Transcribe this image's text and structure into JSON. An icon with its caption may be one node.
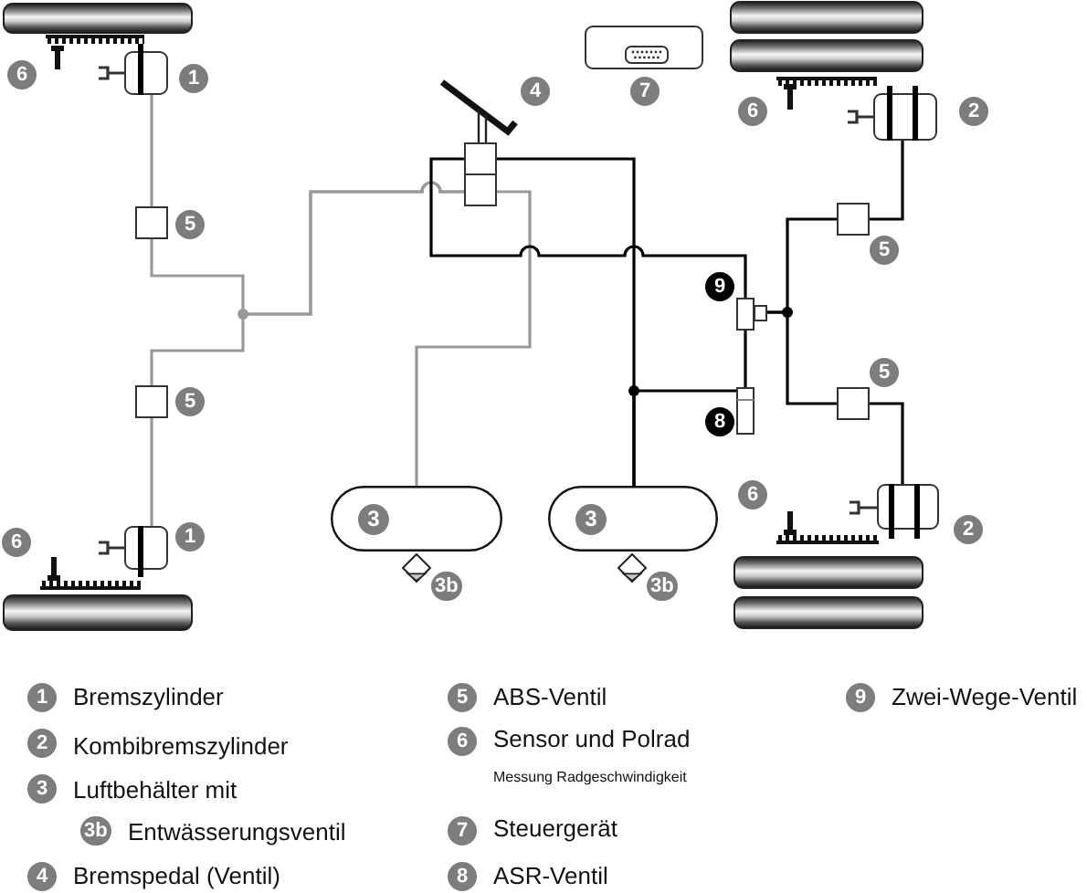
{
  "diagram": {
    "nodes": [
      {
        "text": [],
        "shape": "box",
        "beside": [
          "7"
        ]
      },
      {
        "text": [],
        "shape": "box",
        "beside": [
          "1"
        ]
      },
      {
        "text": [],
        "shape": "box",
        "beside": [
          "4"
        ]
      },
      {
        "text": [],
        "shape": "box",
        "beside": [
          "2"
        ]
      },
      {
        "text": [],
        "shape": "box",
        "beside": [
          "5"
        ]
      },
      {
        "text": [],
        "shape": "box",
        "beside": [
          "5"
        ]
      },
      {
        "text": [],
        "shape": "box",
        "beside": [
          "9"
        ]
      },
      {
        "text": [],
        "shape": "box",
        "beside": [
          "5"
        ]
      },
      {
        "text": [],
        "shape": "box",
        "beside": [
          "8"
        ]
      },
      {
        "text": [],
        "shape": "box",
        "beside": [
          "5"
        ]
      },
      {
        "text": [
          "3"
        ]
      },
      {
        "text": [
          "3"
        ]
      },
      {
        "text": [],
        "shape": "box",
        "beside": [
          "1"
        ]
      },
      {
        "text": [],
        "shape": "box",
        "beside": [
          "2"
        ]
      },
      {
        "text": [],
        "shape": "diamond",
        "beside": [
          "3b"
        ]
      },
      {
        "text": [],
        "shape": "diamond",
        "beside": [
          "3b"
        ]
      }
    ],
    "edges": [
      {
        "from": 10,
        "to": 2,
        "arrow": "none",
        "color": "#999999"
      },
      {
        "from": 2,
        "to": 4,
        "arrow": "none",
        "color": "#999999"
      },
      {
        "from": 2,
        "to": 7,
        "arrow": "none",
        "color": "#999999"
      },
      {
        "from": 4,
        "to": 1,
        "arrow": "none",
        "color": "#999999"
      },
      {
        "from": 7,
        "to": 12,
        "arrow": "none",
        "color": "#999999"
      },
      {
        "from": 11,
        "to": 2,
        "arrow": "none"
      },
      {
        "from": 11,
        "to": 8,
        "arrow": "none"
      },
      {
        "from": 2,
        "to": 6,
        "arrow": "none"
      },
      {
        "from": 8,
        "to": 6,
        "arrow": "none"
      },
      {
        "from": 6,
        "to": 5,
        "arrow": "none"
      },
      {
        "from": 6,
        "to": 9,
        "arrow": "none"
      },
      {
        "from": 5,
        "to": 3,
        "arrow": "none"
      },
      {
        "from": 9,
        "to": 13,
        "arrow": "none"
      }
    ],
    "labels": [
      "6",
      "6",
      "6",
      "6",
      "1",
      "Bremszylinder",
      "2",
      "Kombibremszylinder",
      "3",
      "Luftbehälter mit",
      "3b",
      "Entwässerungsventil",
      "4",
      "Bremspedal (Ventil)",
      "5",
      "ABS-Ventil",
      "6",
      "Sensor und Polrad",
      "Messung Radgeschwindigkeit",
      "7",
      "Steuergerät",
      "8",
      "ASR-Ventil",
      "9",
      "Zwei-Wege-Ventil"
    ]
  }
}
